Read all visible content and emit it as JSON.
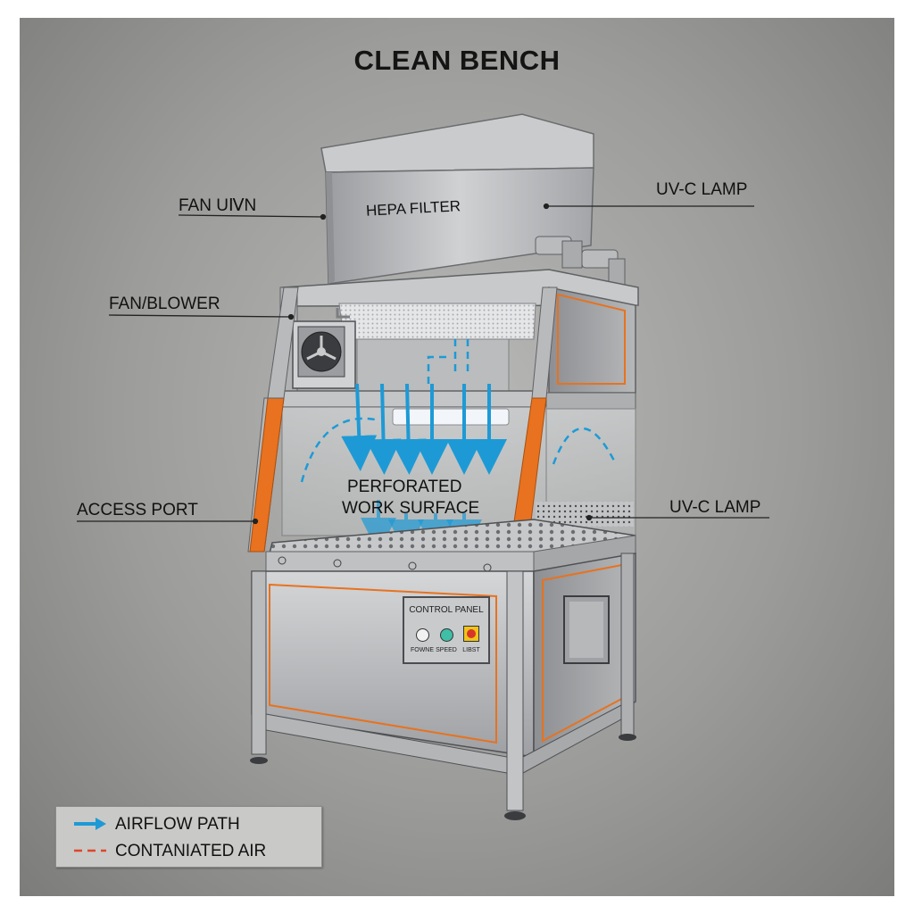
{
  "title": "CLEAN BENCH",
  "labels": {
    "fan_unit": "FAN UⅣN",
    "hepa_filter": "HEPA FILTER",
    "uvc_lamp_top": "UV-C LAMP",
    "fan_blower": "FAN/BLOWER",
    "perforated_line1": "PERFORATED",
    "perforated_line2": "WORK SURFACE",
    "access_port": "ACCESS PORT",
    "uvc_lamp_right": "UV-C LAMP"
  },
  "control_panel": {
    "title": "CONTROL PANEL",
    "button_labels": [
      "FOWNE",
      "SPEED",
      "LIBST"
    ]
  },
  "legend": [
    {
      "symbol": "arrow",
      "color": "#1d9ad6",
      "label": "AIRFLOW PATH"
    },
    {
      "symbol": "dashed",
      "color": "#e0452a",
      "label": "CONTANIATED AIR"
    }
  ],
  "colors": {
    "steel": "#b2b4b6",
    "accent_orange": "#e8721f",
    "airflow_blue": "#1d9ad6",
    "contaminated_red": "#e0452a",
    "button_green": "#3fbfa6",
    "button_red": "#d8352a",
    "button_yellow": "#f0c419"
  }
}
